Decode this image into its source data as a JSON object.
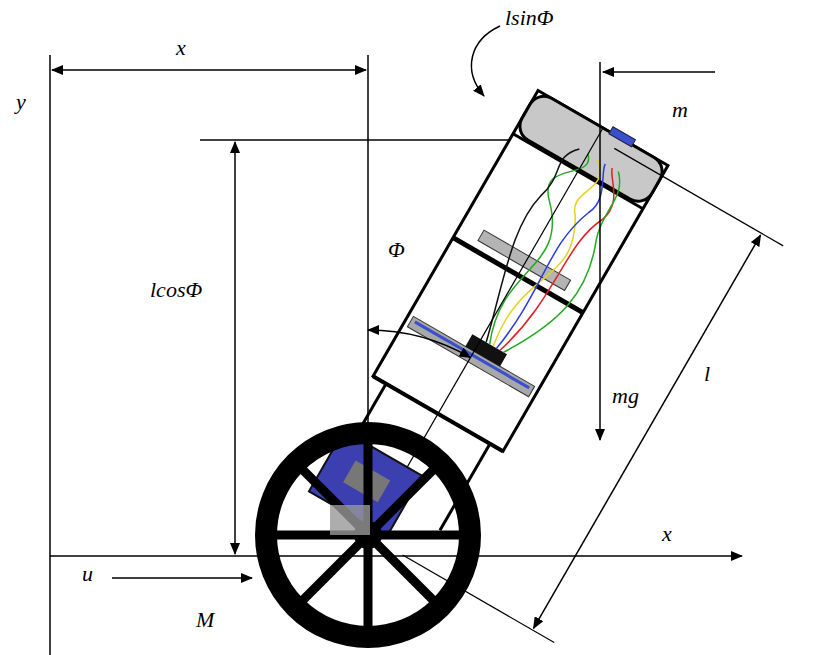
{
  "diagram": {
    "labels": [
      "lsinΦ",
      "x",
      "y",
      "m",
      "Φ",
      "lcosΦ",
      "mg",
      "l",
      "x",
      "u",
      "M"
    ]
  }
}
